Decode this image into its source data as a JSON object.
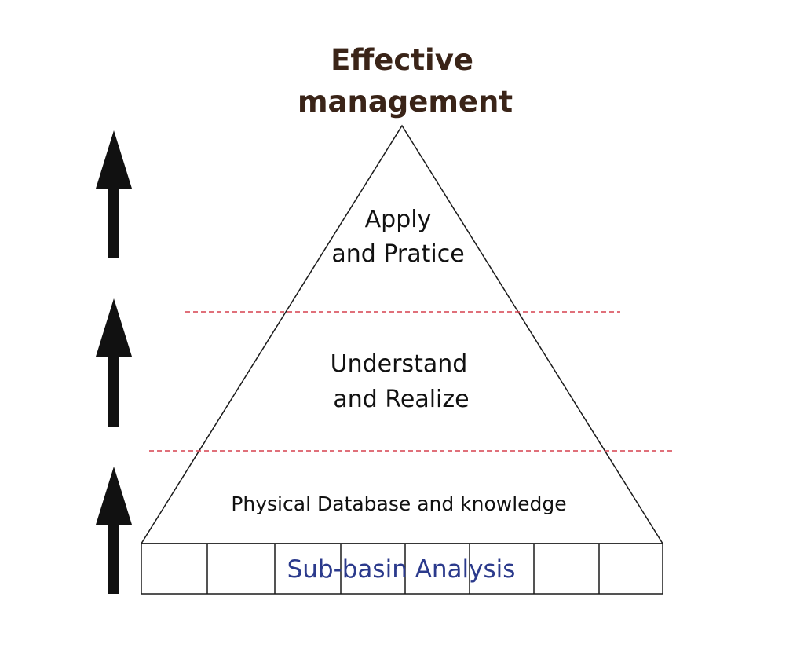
{
  "diagram": {
    "title": {
      "line1": "Effective",
      "line2": "management"
    },
    "tiers": {
      "top": {
        "line1": "Apply",
        "line2": "and Pratice"
      },
      "middle": {
        "line1": "Understand",
        "line2": "and Realize"
      },
      "bottom": {
        "line1": "Physical Database and knowledge"
      }
    },
    "base_label": "Sub-basin Analysis",
    "colors": {
      "title": "#3a2418",
      "divider": "#d6404f",
      "base_label": "#2b3a8c",
      "arrow": "#111111",
      "outline": "#1a1a1a"
    },
    "arrow_icon": "up-arrow-icon"
  }
}
